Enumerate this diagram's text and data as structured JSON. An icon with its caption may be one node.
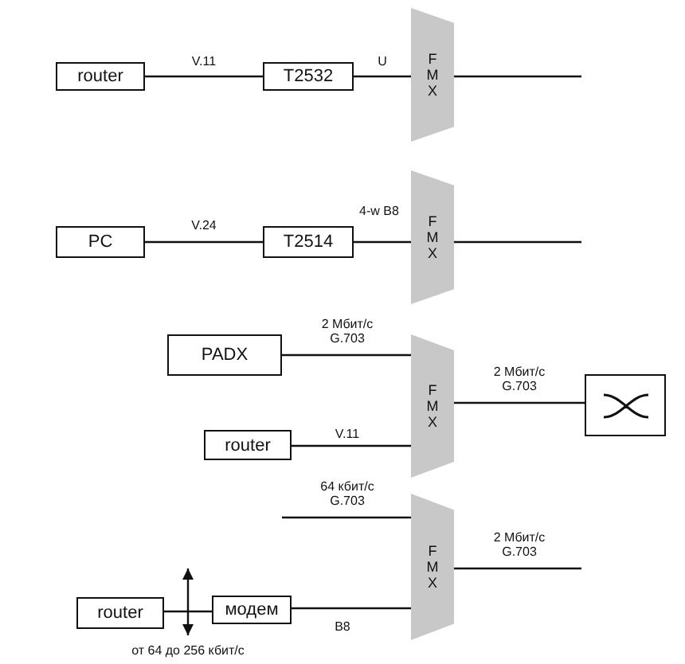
{
  "diagram": {
    "nodes": [
      {
        "text": [
          "router"
        ]
      },
      {
        "text": [
          "T2532"
        ]
      },
      {
        "text": [
          "F M X"
        ]
      },
      {
        "text": [
          "PC"
        ]
      },
      {
        "text": [
          "T2514"
        ]
      },
      {
        "text": [
          "F M X"
        ]
      },
      {
        "text": [
          "PADX"
        ]
      },
      {
        "text": [
          "F M X"
        ]
      },
      {
        "text": [
          "router"
        ]
      },
      {
        "text": [],
        "shape": "box"
      },
      {
        "text": [
          "F M X"
        ]
      },
      {
        "text": [
          "router"
        ]
      },
      {
        "text": [
          "модем"
        ]
      }
    ],
    "edges": [
      {
        "from": 0,
        "to": 1,
        "arrow": "none",
        "label": "V.11"
      },
      {
        "from": 1,
        "to": 2,
        "arrow": "none",
        "label": "U"
      },
      {
        "from": 2,
        "to": null,
        "arrow": "none"
      },
      {
        "from": 3,
        "to": 4,
        "arrow": "none",
        "label": "V.24"
      },
      {
        "from": 4,
        "to": 5,
        "arrow": "none",
        "label": "4-w B8"
      },
      {
        "from": 5,
        "to": null,
        "arrow": "none"
      },
      {
        "from": 6,
        "to": 7,
        "arrow": "none",
        "label": "2 Мбит/с G.703"
      },
      {
        "from": 8,
        "to": 7,
        "arrow": "none",
        "label": "V.11"
      },
      {
        "from": 7,
        "to": 9,
        "arrow": "none",
        "label": "2 Мбит/с G.703"
      },
      {
        "from": null,
        "to": 10,
        "arrow": "none",
        "label": "64 кбит/с G.703"
      },
      {
        "from": 10,
        "to": null,
        "arrow": "none",
        "label": "2 Мбит/с G.703"
      },
      {
        "from": 11,
        "to": 12,
        "arrow": "none"
      },
      {
        "from": 12,
        "to": 10,
        "arrow": "none",
        "label": "B8"
      }
    ],
    "labels": [
      "от 64 до 256 кбит/с"
    ]
  }
}
